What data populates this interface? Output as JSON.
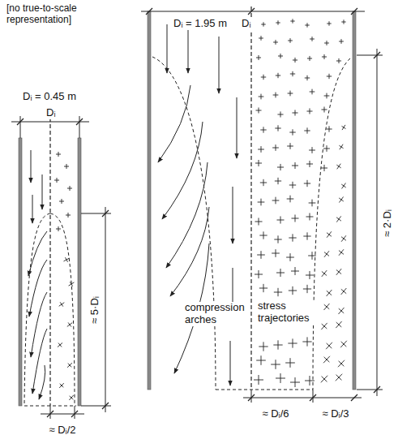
{
  "diagram": {
    "labels": [
      "[no true-to-scale representation]",
      "Dᵢ = 0.45 m",
      "Dᵢ",
      "≈ 5·Dᵢ",
      "≈ Dᵢ/2",
      "Dᵢ = 1.95 m",
      "Dᵢ",
      "compression arches",
      "stress trajectories",
      "≈ 2·Dᵢ",
      "≈ Dᵢ/6",
      "≈ Dᵢ/3"
    ]
  }
}
